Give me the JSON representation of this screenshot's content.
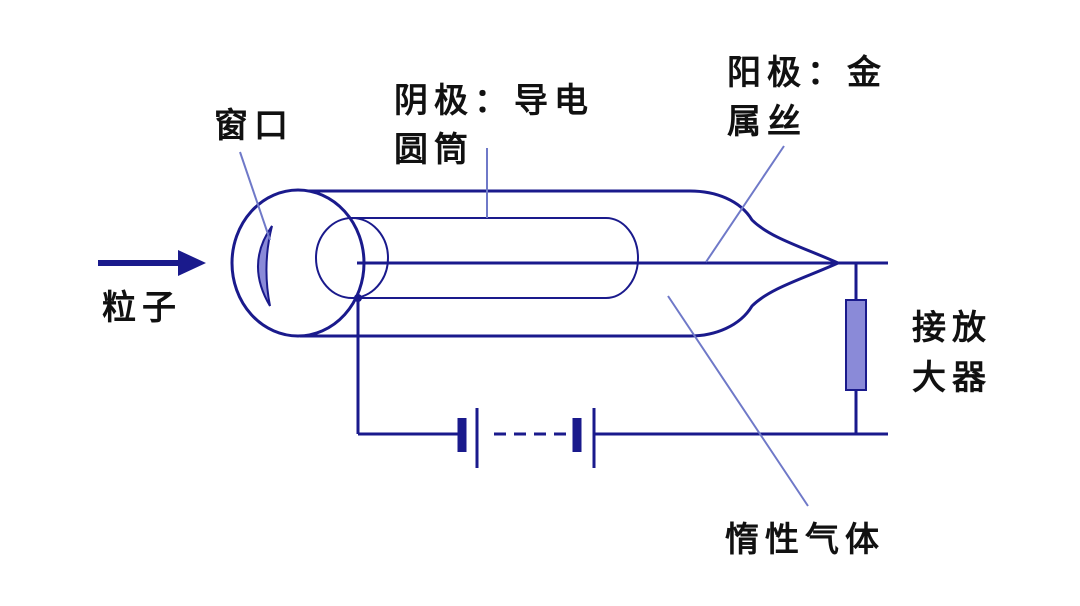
{
  "labels": {
    "window": "窗口",
    "particle": "粒子",
    "cathode_line1": "阴极：导电",
    "cathode_line2": "圆筒",
    "anode_line1": "阳极：金",
    "anode_line2": "属丝",
    "amplifier_line1": "接放",
    "amplifier_line2": "大器",
    "inert_gas": "惰性气体"
  },
  "colors": {
    "outline": "#1a1a8c",
    "fill": "#8a8ad8",
    "leader": "#6f79c8",
    "arrow": "#1a1a8c"
  }
}
